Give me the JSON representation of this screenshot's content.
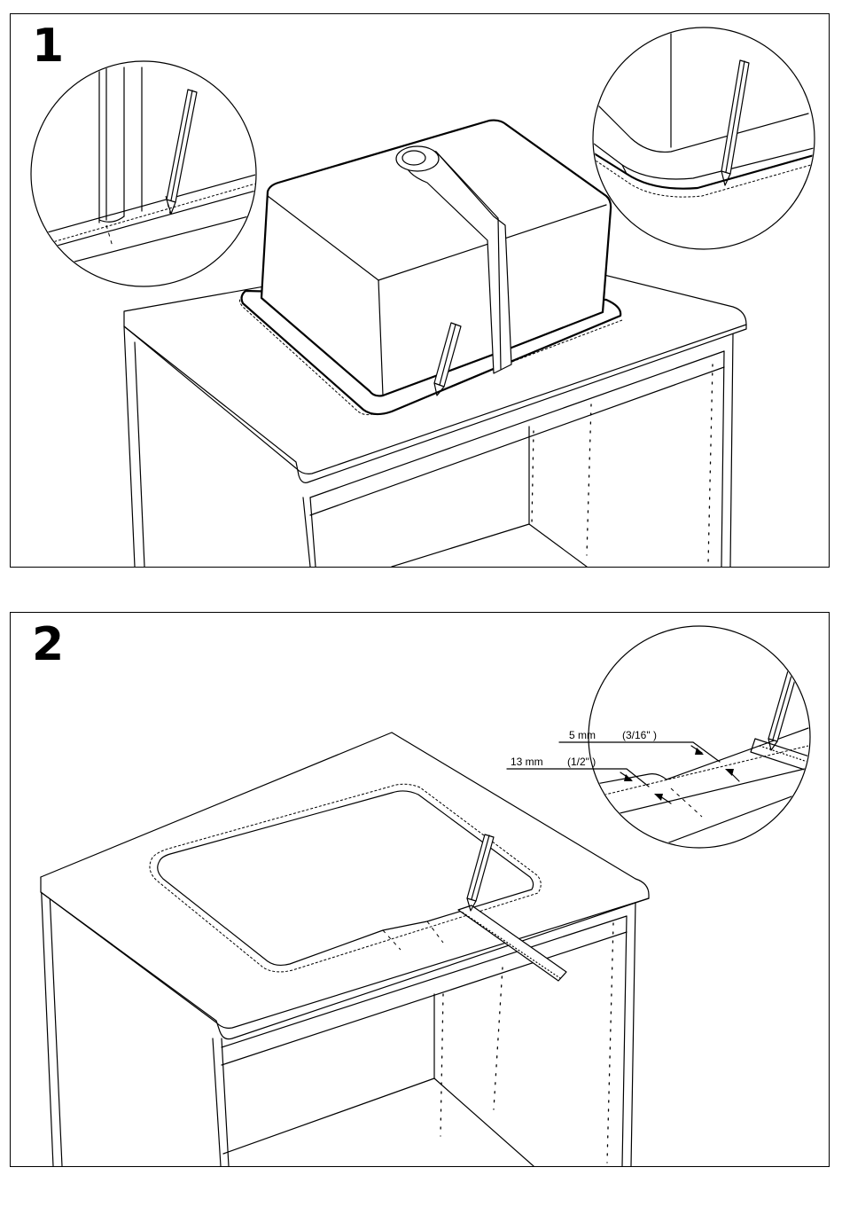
{
  "steps": [
    {
      "number": "1"
    },
    {
      "number": "2"
    }
  ],
  "dimensions": {
    "outer": {
      "mm": "5 mm",
      "inch": "(3/16\" )"
    },
    "inner": {
      "mm": "13 mm",
      "inch": "(1/2\" )"
    }
  }
}
